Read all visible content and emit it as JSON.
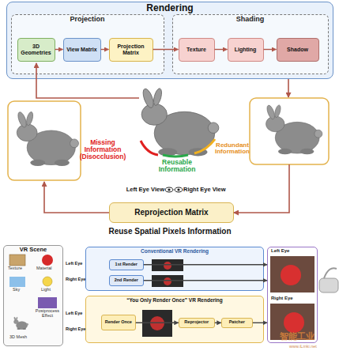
{
  "diagram": {
    "nodes": [
      {
        "text": [
          "Rendering"
        ]
      },
      {
        "text": [
          "Projection"
        ],
        "in": 0
      },
      {
        "text": [
          "Shading"
        ],
        "in": 0
      },
      {
        "text": [
          "3D Geometries"
        ],
        "in": 1
      },
      {
        "text": [
          "View Matrix"
        ],
        "in": 1
      },
      {
        "text": [
          "Projection Matrix"
        ],
        "in": 1
      },
      {
        "text": [
          "Texture"
        ],
        "in": 2
      },
      {
        "text": [
          "Lighting"
        ],
        "in": 2
      },
      {
        "text": [
          "Shadow"
        ],
        "in": 2
      },
      {
        "text": [
          "Reprojection Matrix"
        ]
      },
      {
        "text": [
          "VR Scene"
        ]
      },
      {
        "text": [
          "Conventional VR Rendering"
        ]
      },
      {
        "text": [
          "1st Render"
        ],
        "in": 11
      },
      {
        "text": [
          "2nd Render"
        ],
        "in": 11
      },
      {
        "text": [
          "“You Only Render Once” VR Rendering"
        ]
      },
      {
        "text": [
          "Render Once"
        ],
        "in": 14
      },
      {
        "text": [
          "Reprojector"
        ],
        "in": 14
      },
      {
        "text": [
          "Patcher"
        ],
        "in": 14
      },
      {
        "text": [
          "Left Eye",
          "Right Eye"
        ]
      }
    ],
    "edges": [
      {
        "from": 3,
        "to": 4,
        "arrow": "to"
      },
      {
        "from": 4,
        "to": 5,
        "arrow": "to"
      },
      {
        "from": 5,
        "to": 6,
        "arrow": "to"
      },
      {
        "from": 6,
        "to": 7,
        "arrow": "to"
      },
      {
        "from": 7,
        "to": 8,
        "arrow": "to"
      },
      {
        "from": 12,
        "to": 18,
        "arrow": "to"
      },
      {
        "from": 13,
        "to": 18,
        "arrow": "to"
      },
      {
        "from": 15,
        "to": 16,
        "arrow": "to"
      },
      {
        "from": 16,
        "to": 17,
        "arrow": "to"
      },
      {
        "from": 17,
        "to": 18,
        "arrow": "to"
      }
    ],
    "labels": [
      "Missing Information (Disocclusion)",
      "Reusable Information",
      "Redundant Information",
      "Left Eye View",
      "Right Eye View",
      "Reuse Spatial Pixels Information",
      "Texture",
      "Material",
      "Sky",
      "Light",
      "Postprocess Effect",
      "3D Mesh",
      "Left Eye",
      "Right Eye",
      "Left Eye",
      "Right Eye",
      "智能工业",
      "www.iLinki.net"
    ]
  }
}
